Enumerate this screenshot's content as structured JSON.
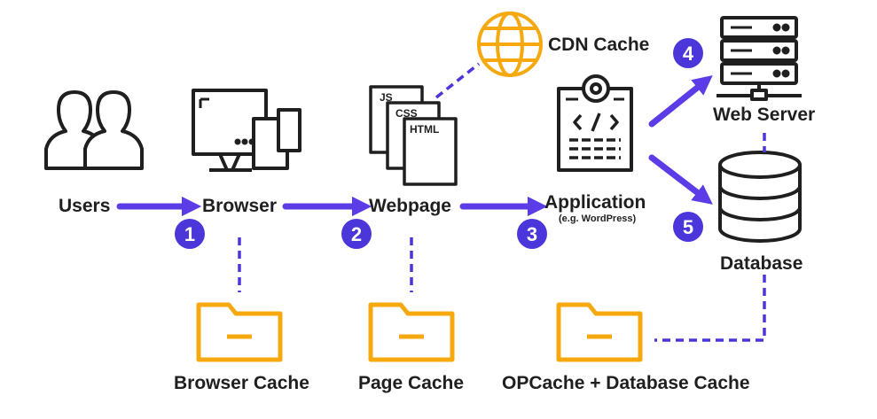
{
  "nodes": {
    "users": "Users",
    "browser": "Browser",
    "webpage": "Webpage",
    "application": "Application",
    "application_sub": "(e.g. WordPress)",
    "web_server": "Web Server",
    "database": "Database",
    "cdn_cache": "CDN Cache"
  },
  "caches": {
    "browser_cache": "Browser Cache",
    "page_cache": "Page Cache",
    "opcache_db_cache": "OPCache + Database Cache"
  },
  "file_types": [
    "JS",
    "CSS",
    "HTML"
  ],
  "steps": [
    "1",
    "2",
    "3",
    "4",
    "5"
  ],
  "colors": {
    "arrow": "#5b3ce6",
    "badge": "#4b36d9",
    "cache_folder": "#f5a90f",
    "icon_stroke": "#1f1f1f"
  }
}
